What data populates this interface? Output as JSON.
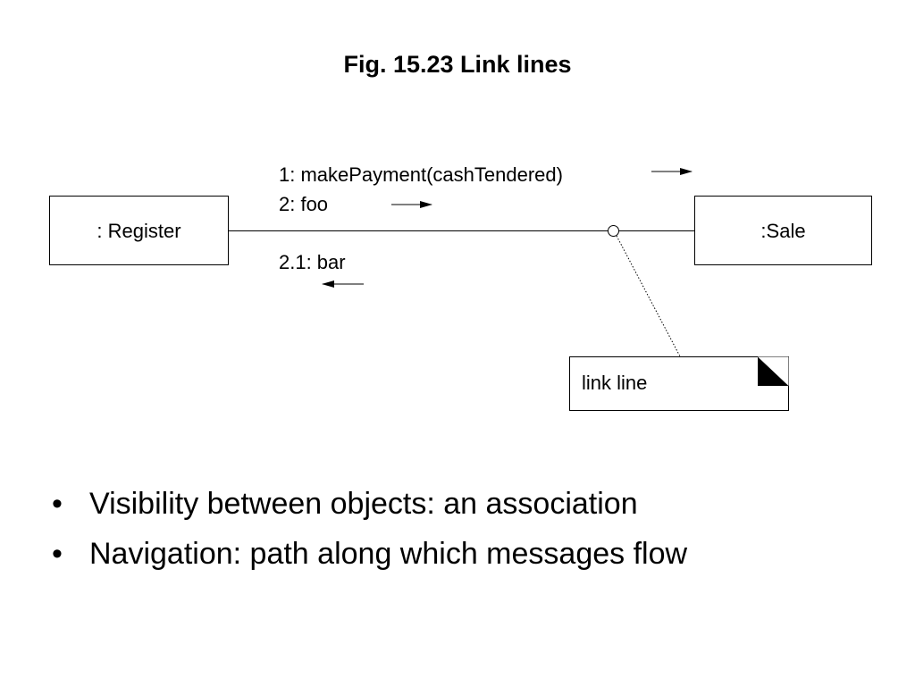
{
  "title": "Fig. 15.23 Link lines",
  "objects": {
    "register": ": Register",
    "sale": ":Sale"
  },
  "messages": {
    "m1": "1: makePayment(cashTendered)",
    "m2": "2: foo",
    "m21": "2.1: bar"
  },
  "note": {
    "text": "link line"
  },
  "bullets": [
    "Visibility between objects: an association",
    "Navigation: path along which messages flow"
  ],
  "bullet_symbol": "•"
}
